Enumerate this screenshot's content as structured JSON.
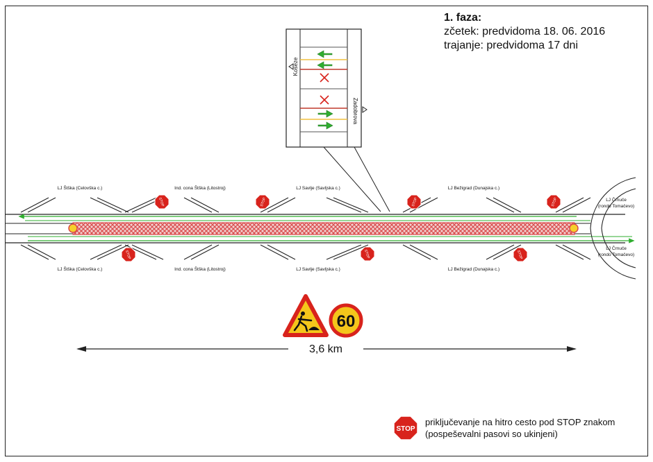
{
  "phase": {
    "title": "1. faza:",
    "start": "zčetek: predvidoma 18. 06. 2016",
    "duration": "trajanje: predvidoma 17 dni"
  },
  "inset": {
    "direction_left": "Koseze",
    "direction_right": "Zadobrova"
  },
  "exits": {
    "top": [
      "LJ Štška (Celovška c.)",
      "Ind. cona Štška (Litostroj)",
      "LJ Savlje (Savljska c.)",
      "LJ Bežigrad (Dunajska c.)"
    ],
    "bottom": [
      "LJ Štška (Celovška c.)",
      "Ind. cona Štška (Litostroj)",
      "LJ Savlje (Savljska c.)",
      "LJ Bežigrad (Dunajska c.)"
    ],
    "right_top": [
      "LJ Črnuče",
      "(rondo Tomačevo)"
    ],
    "right_bottom": [
      "LJ Črnuče",
      "(rondo Tomačevo)"
    ]
  },
  "signs": {
    "speed_limit": "60",
    "stop_text": "STOP"
  },
  "distance": "3,6 km",
  "legend": {
    "line1": "priključevanje na hitro cesto pod STOP znakom",
    "line2": "(pospeševalni pasovi so ukinjeni)"
  },
  "colors": {
    "closure": "#d94a4a",
    "arrow_green": "#2fae2f",
    "stop_red": "#d8231c",
    "warning_yellow": "#f4c61b",
    "marker_yellow": "#f6cf2a"
  }
}
